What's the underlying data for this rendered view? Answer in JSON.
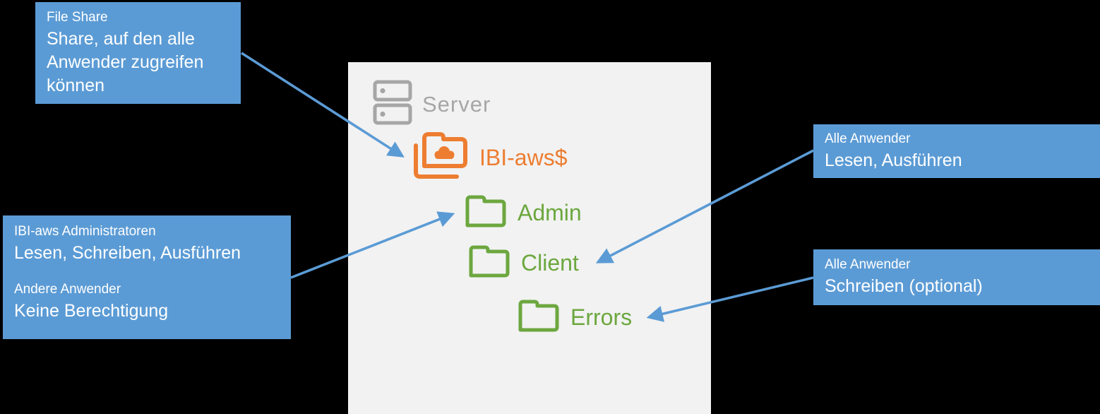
{
  "colors": {
    "background": "#000000",
    "panel_bg": "#F2F2F2",
    "callout_blue": "#5B9BD5",
    "arrow_blue": "#5B9BD5",
    "server_gray": "#A6A6A6",
    "share_orange": "#ED7D31",
    "folder_green": "#6CA73F"
  },
  "icons": {
    "server": "server-icon",
    "share": "shared-cloud-folder-icon",
    "folder": "folder-icon"
  },
  "server": {
    "label": "Server"
  },
  "tree": {
    "share_label": "IBI-aws$",
    "folders": [
      {
        "label": "Admin"
      },
      {
        "label": "Client"
      },
      {
        "label": "Errors"
      }
    ]
  },
  "callouts": {
    "file_share": {
      "title": "File Share",
      "body": "Share, auf den alle Anwender zugreifen können"
    },
    "admin_permissions": {
      "groups": [
        {
          "title": "IBI-aws Administratoren",
          "body": "Lesen, Schreiben, Ausführen"
        },
        {
          "title": "Andere Anwender",
          "body": "Keine Berechtigung"
        }
      ]
    },
    "client_permissions": {
      "title": "Alle Anwender",
      "body": "Lesen, Ausführen"
    },
    "errors_permissions": {
      "title": "Alle Anwender",
      "body": "Schreiben (optional)"
    }
  }
}
